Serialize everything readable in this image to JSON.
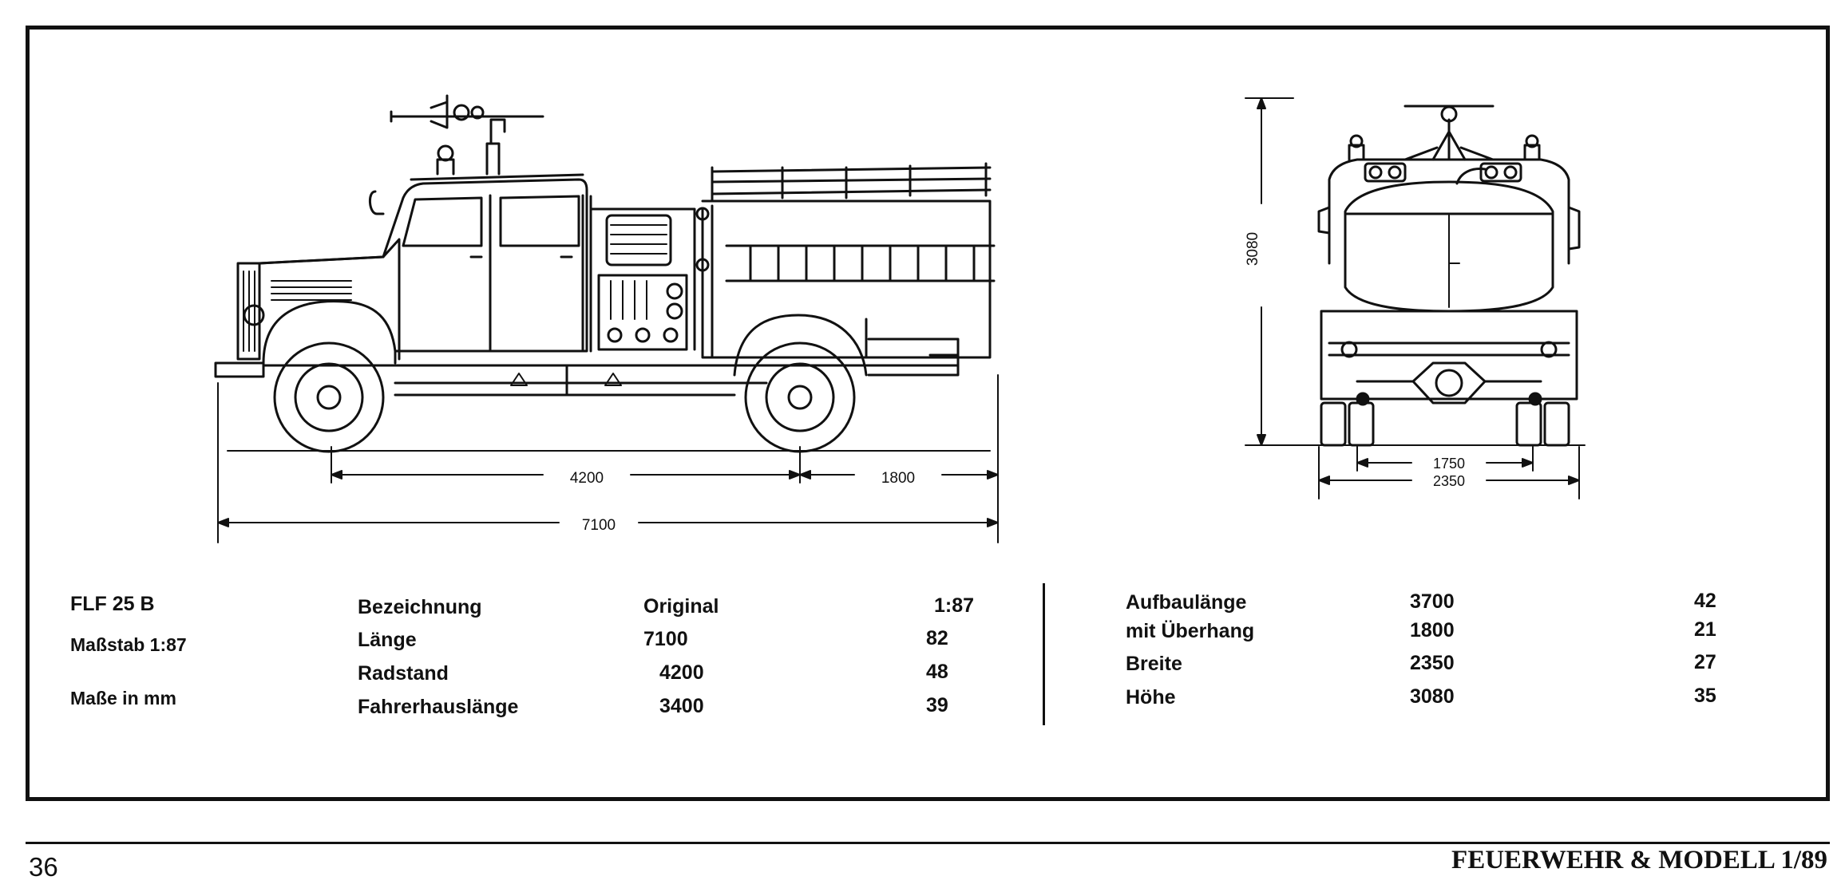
{
  "side_view_dims": {
    "wheelbase": "4200",
    "rear_overhang": "1800",
    "overall_length": "7100"
  },
  "rear_view_dims": {
    "height": "3080",
    "track": "1750",
    "width": "2350"
  },
  "specs_left": {
    "model": "FLF 25 B",
    "scale": "Maßstab 1:87",
    "units": "Maße in mm"
  },
  "specs_table": {
    "header": {
      "label": "Bezeichnung",
      "original": "Original",
      "scale": "1:87"
    },
    "rows": [
      {
        "label": "Länge",
        "original": "7100",
        "scale": "82"
      },
      {
        "label": "Radstand",
        "original": "4200",
        "scale": "48"
      },
      {
        "label": "Fahrerhauslänge",
        "original": "3400",
        "scale": "39"
      }
    ]
  },
  "specs_right": {
    "rows": [
      {
        "label": "Aufbaulänge",
        "original": "3700",
        "scale": "42"
      },
      {
        "label": "mit Überhang",
        "original": "1800",
        "scale": "21"
      },
      {
        "label": "Breite",
        "original": "2350",
        "scale": "27"
      },
      {
        "label": "Höhe",
        "original": "3080",
        "scale": "35"
      }
    ]
  },
  "footer": {
    "page_number": "36",
    "magazine": "FEUERWEHR & MODELL 1/89"
  },
  "colors": {
    "ink": "#111111",
    "paper": "#ffffff"
  }
}
